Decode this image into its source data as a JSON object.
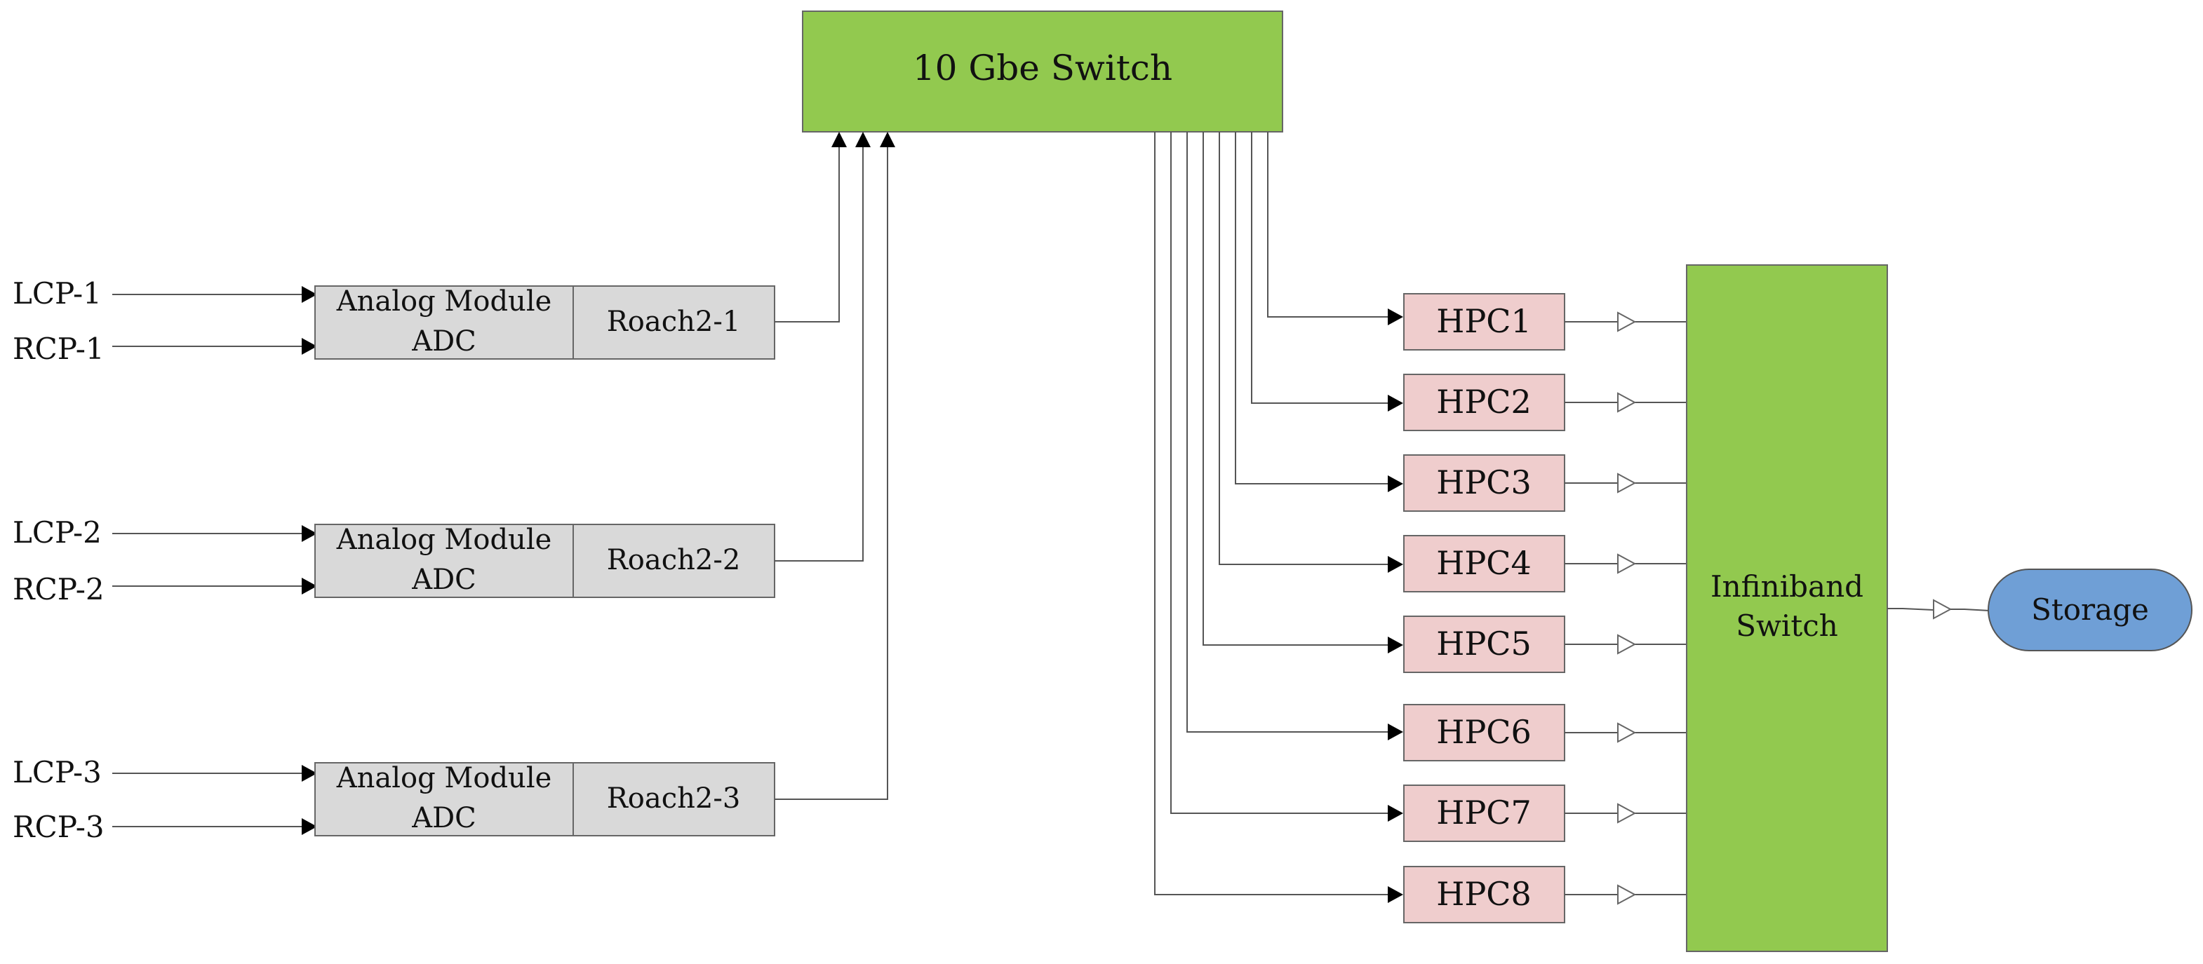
{
  "switch_label": "10 Gbe Switch",
  "inputs": [
    {
      "lcp": "LCP-1",
      "rcp": "RCP-1",
      "module_line1": "Analog Module",
      "module_line2": "ADC",
      "roach": "Roach2-1"
    },
    {
      "lcp": "LCP-2",
      "rcp": "RCP-2",
      "module_line1": "Analog Module",
      "module_line2": "ADC",
      "roach": "Roach2-2"
    },
    {
      "lcp": "LCP-3",
      "rcp": "RCP-3",
      "module_line1": "Analog Module",
      "module_line2": "ADC",
      "roach": "Roach2-3"
    }
  ],
  "hpcs": [
    "HPC1",
    "HPC2",
    "HPC3",
    "HPC4",
    "HPC5",
    "HPC6",
    "HPC7",
    "HPC8"
  ],
  "infiniband": {
    "line1": "Infiniband",
    "line2": "Switch"
  },
  "storage_label": "Storage",
  "colors": {
    "switch": "#92c94f",
    "module": "#d9d9d9",
    "hpc": "#efcdcd",
    "storage": "#6f9fd6"
  }
}
